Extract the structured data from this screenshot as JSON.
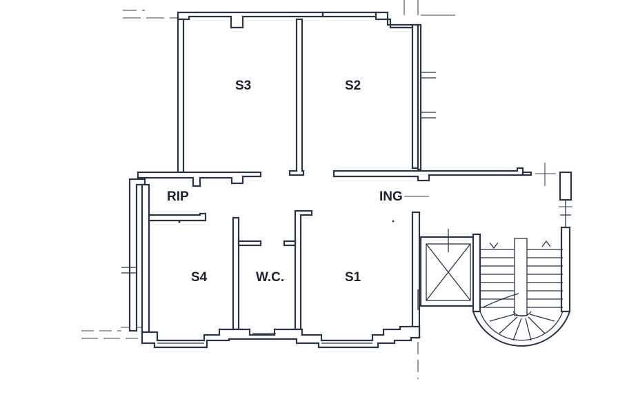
{
  "rooms": [
    {
      "id": "s3",
      "label": "S3"
    },
    {
      "id": "s2",
      "label": "S2"
    },
    {
      "id": "rip",
      "label": "RIP"
    },
    {
      "id": "ing",
      "label": "ING"
    },
    {
      "id": "s4",
      "label": "S4"
    },
    {
      "id": "wc",
      "label": "W.C."
    },
    {
      "id": "s1",
      "label": "S1"
    }
  ],
  "colors": {
    "wall": "#2b3446",
    "background": "#ffffff",
    "text": "#1c2230"
  }
}
